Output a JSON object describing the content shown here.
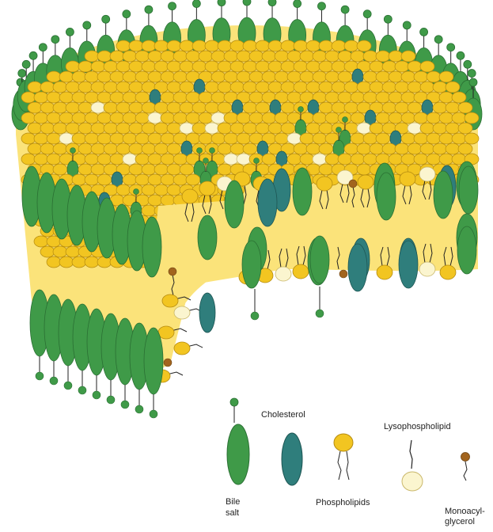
{
  "colors": {
    "bile_salt": "#3f9a48",
    "bile_salt_dark": "#2a6f33",
    "cholesterol": "#2f7e7c",
    "phospholipid": "#f2c521",
    "phospholipid_edge": "#b58b10",
    "lysophospholipid": "#fbf5cf",
    "monoacylglycerol": "#a2641e",
    "lipid_core": "#fbe37a",
    "tail": "#222222"
  },
  "legend": {
    "cholesterol": "Cholesterol",
    "lysophospholipid": "Lysophospholipid",
    "bile_salt_line1": "Bile",
    "bile_salt_line2": "salt",
    "phospholipids": "Phospholipids",
    "monoacylglycerol_line1": "Monoacyl-",
    "monoacylglycerol_line2": "glycerol"
  }
}
